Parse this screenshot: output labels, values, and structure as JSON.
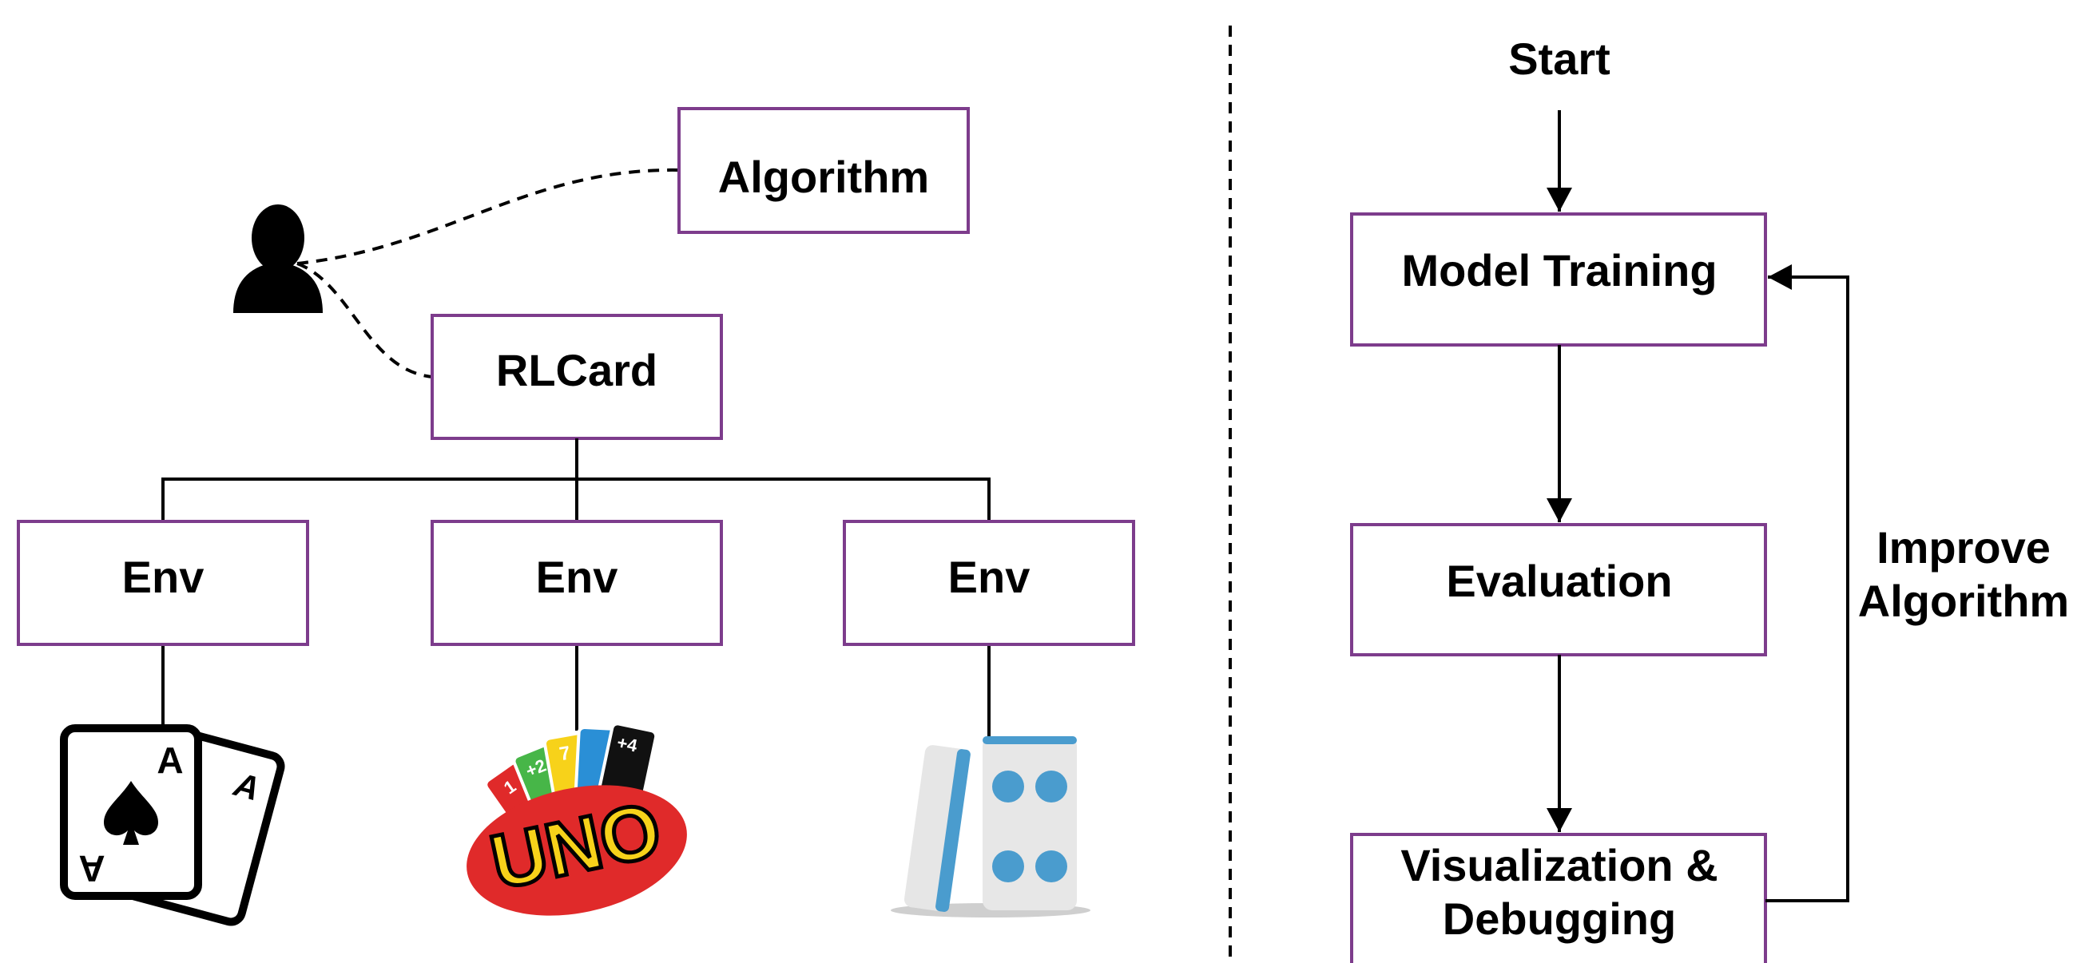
{
  "left_panel": {
    "algorithm_box": "Algorithm",
    "rlcard_box": "RLCard",
    "env_boxes": [
      "Env",
      "Env",
      "Env"
    ],
    "uno_logo_text": "UNO",
    "playing_card_rank": "A",
    "uno_card_labels": [
      "1",
      "+2",
      "7",
      "",
      "+4"
    ]
  },
  "right_panel": {
    "start_label": "Start",
    "model_training_box": "Model Training",
    "evaluation_box": "Evaluation",
    "visualization_box_line1": "Visualization &",
    "visualization_box_line2": "Debugging",
    "loop_label_line1": "Improve",
    "loop_label_line2": "Algorithm"
  },
  "colors": {
    "box_border": "#7d3c8c",
    "uno_red": "#e02a2a",
    "uno_yellow": "#f7d21a",
    "domino_blue": "#4a9cce"
  }
}
